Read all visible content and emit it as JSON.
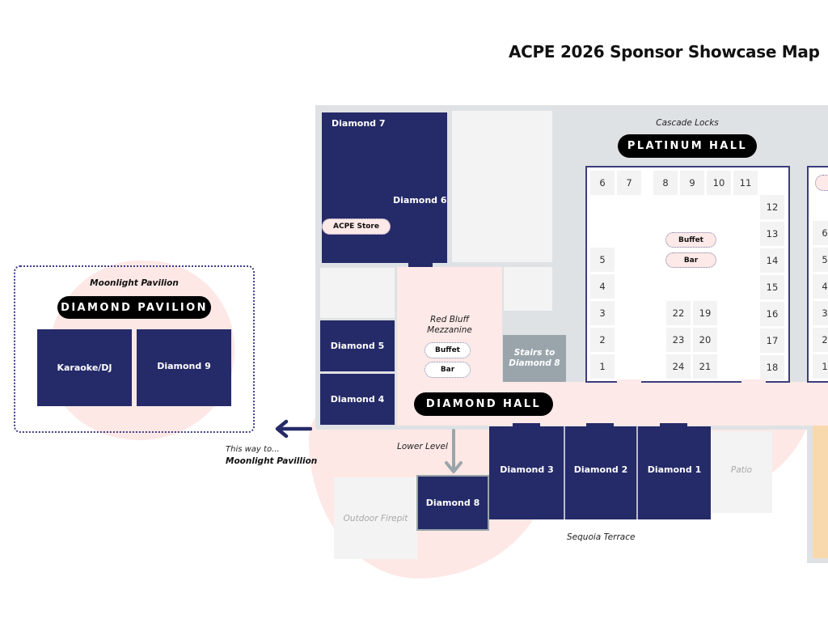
{
  "title": "ACPE 2026 Sponsor Showcase Map",
  "colors": {
    "sponsor_room": "#252a68",
    "pink_area": "#fde9e7",
    "building": "#dfe2e5",
    "unused_room": "#f3f3f3",
    "stairs": "#9aa5ab",
    "hall_border": "#3c3d7a",
    "orange_strip": "#f8d9ae"
  },
  "pavilion": {
    "subtitle": "Moonlight Pavilion",
    "name": "DIAMOND PAVILION",
    "rooms": [
      "Karaoke/DJ",
      "Diamond 9"
    ]
  },
  "direction": {
    "line1": "This way to...",
    "line2": "Moonlight Pavillion",
    "arrow": "left-arrow-icon"
  },
  "upper_rooms": {
    "diamond7": "Diamond 7",
    "diamond6": "Diamond 6",
    "acpe_store": "ACPE Store",
    "diamond5": "Diamond 5",
    "diamond4": "Diamond 4"
  },
  "mezzanine": {
    "name_line1": "Red Bluff",
    "name_line2": "Mezzanine",
    "buffet": "Buffet",
    "bar": "Bar"
  },
  "stairs": {
    "line1": "Stairs to",
    "line2": "Diamond 8"
  },
  "diamond_hall": "DIAMOND HALL",
  "platinum_hall": {
    "subtitle": "Cascade Locks",
    "name": "PLATINUM HALL",
    "buffet": "Buffet",
    "bar": "Bar",
    "booths": {
      "top_row": [
        "6",
        "7",
        "8",
        "9",
        "10",
        "11"
      ],
      "right_col": [
        "12",
        "13",
        "14",
        "15",
        "16",
        "17",
        "18"
      ],
      "left_col": [
        "5",
        "4",
        "3",
        "2",
        "1"
      ],
      "center_left": [
        "22",
        "23",
        "24"
      ],
      "center_right": [
        "19",
        "20",
        "21"
      ]
    }
  },
  "second_hall_booths": [
    "6",
    "5",
    "4",
    "3",
    "2",
    "1"
  ],
  "lower": {
    "label": "Lower Level",
    "diamond8": "Diamond 8",
    "firepit": "Outdoor Firepit",
    "diamond3": "Diamond 3",
    "diamond2": "Diamond 2",
    "diamond1": "Diamond 1",
    "patio": "Patio",
    "terrace": "Sequoia Terrace"
  }
}
